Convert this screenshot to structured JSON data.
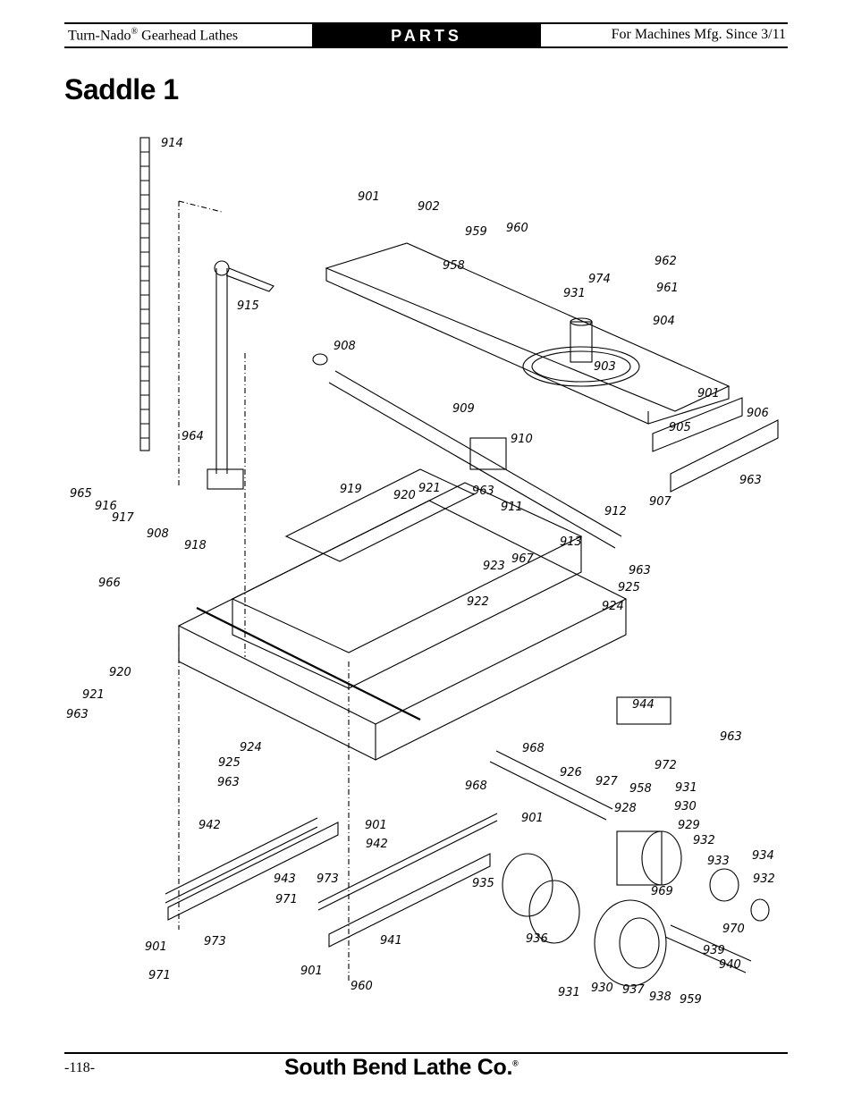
{
  "header": {
    "left_text": "Turn-Nado",
    "left_reg": "®",
    "left_suffix": " Gearhead Lathes",
    "section": "PARTS",
    "right_text": "For Machines Mfg. Since 3/11"
  },
  "page_title": "Saddle 1",
  "diagram": {
    "callouts": [
      {
        "id": "914",
        "label": "914"
      },
      {
        "id": "901a",
        "label": "901"
      },
      {
        "id": "902",
        "label": "902"
      },
      {
        "id": "959a",
        "label": "959"
      },
      {
        "id": "960a",
        "label": "960"
      },
      {
        "id": "962",
        "label": "962"
      },
      {
        "id": "958a",
        "label": "958"
      },
      {
        "id": "974",
        "label": "974"
      },
      {
        "id": "931a",
        "label": "931"
      },
      {
        "id": "961",
        "label": "961"
      },
      {
        "id": "915",
        "label": "915"
      },
      {
        "id": "904",
        "label": "904"
      },
      {
        "id": "908a",
        "label": "908"
      },
      {
        "id": "903",
        "label": "903"
      },
      {
        "id": "901b",
        "label": "901"
      },
      {
        "id": "909",
        "label": "909"
      },
      {
        "id": "906",
        "label": "906"
      },
      {
        "id": "905",
        "label": "905"
      },
      {
        "id": "964",
        "label": "964"
      },
      {
        "id": "910",
        "label": "910"
      },
      {
        "id": "963a",
        "label": "963"
      },
      {
        "id": "907",
        "label": "907"
      },
      {
        "id": "965",
        "label": "965"
      },
      {
        "id": "919",
        "label": "919"
      },
      {
        "id": "920a",
        "label": "920"
      },
      {
        "id": "921a",
        "label": "921"
      },
      {
        "id": "963b",
        "label": "963"
      },
      {
        "id": "916",
        "label": "916"
      },
      {
        "id": "917",
        "label": "917"
      },
      {
        "id": "911",
        "label": "911"
      },
      {
        "id": "912",
        "label": "912"
      },
      {
        "id": "908b",
        "label": "908"
      },
      {
        "id": "918",
        "label": "918"
      },
      {
        "id": "913",
        "label": "913"
      },
      {
        "id": "966",
        "label": "966"
      },
      {
        "id": "923",
        "label": "923"
      },
      {
        "id": "967",
        "label": "967"
      },
      {
        "id": "963c",
        "label": "963"
      },
      {
        "id": "925a",
        "label": "925"
      },
      {
        "id": "922",
        "label": "922"
      },
      {
        "id": "924a",
        "label": "924"
      },
      {
        "id": "920b",
        "label": "920"
      },
      {
        "id": "921b",
        "label": "921"
      },
      {
        "id": "963d",
        "label": "963"
      },
      {
        "id": "944",
        "label": "944"
      },
      {
        "id": "963e",
        "label": "963"
      },
      {
        "id": "968a",
        "label": "968"
      },
      {
        "id": "972",
        "label": "972"
      },
      {
        "id": "924b",
        "label": "924"
      },
      {
        "id": "925b",
        "label": "925"
      },
      {
        "id": "926",
        "label": "926"
      },
      {
        "id": "963f",
        "label": "963"
      },
      {
        "id": "927",
        "label": "927"
      },
      {
        "id": "968b",
        "label": "968"
      },
      {
        "id": "958b",
        "label": "958"
      },
      {
        "id": "931b",
        "label": "931"
      },
      {
        "id": "928",
        "label": "928"
      },
      {
        "id": "930a",
        "label": "930"
      },
      {
        "id": "901c",
        "label": "901"
      },
      {
        "id": "929",
        "label": "929"
      },
      {
        "id": "942a",
        "label": "942"
      },
      {
        "id": "901d",
        "label": "901"
      },
      {
        "id": "932a",
        "label": "932"
      },
      {
        "id": "942b",
        "label": "942"
      },
      {
        "id": "933",
        "label": "933"
      },
      {
        "id": "934",
        "label": "934"
      },
      {
        "id": "943",
        "label": "943"
      },
      {
        "id": "973a",
        "label": "973"
      },
      {
        "id": "969",
        "label": "969"
      },
      {
        "id": "932b",
        "label": "932"
      },
      {
        "id": "935",
        "label": "935"
      },
      {
        "id": "971a",
        "label": "971"
      },
      {
        "id": "970",
        "label": "970"
      },
      {
        "id": "973b",
        "label": "973"
      },
      {
        "id": "941",
        "label": "941"
      },
      {
        "id": "936",
        "label": "936"
      },
      {
        "id": "901e",
        "label": "901"
      },
      {
        "id": "939",
        "label": "939"
      },
      {
        "id": "940",
        "label": "940"
      },
      {
        "id": "971b",
        "label": "971"
      },
      {
        "id": "901f",
        "label": "901"
      },
      {
        "id": "960b",
        "label": "960"
      },
      {
        "id": "931c",
        "label": "931"
      },
      {
        "id": "930b",
        "label": "930"
      },
      {
        "id": "937",
        "label": "937"
      },
      {
        "id": "938",
        "label": "938"
      },
      {
        "id": "959b",
        "label": "959"
      }
    ]
  },
  "footer": {
    "page_number": "-118-",
    "brand": "South Bend Lathe Co.",
    "brand_reg": "®"
  }
}
